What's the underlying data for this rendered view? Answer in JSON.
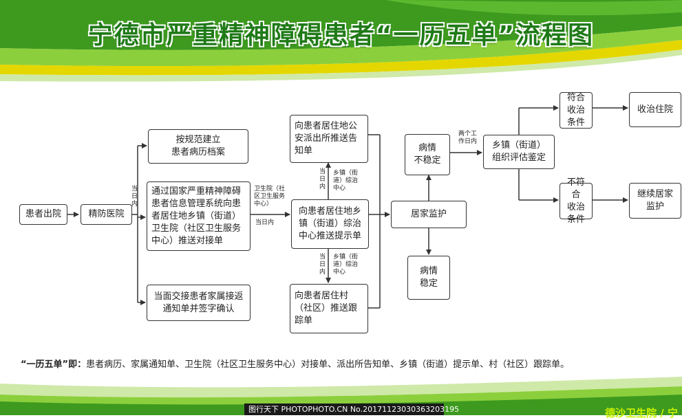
{
  "title": "宁德市严重精神障碍患者“一历五单”流程图",
  "nodes": {
    "discharge": "患者出院",
    "hospital": "精防医院",
    "archive": "按规范建立\n患者病历档案",
    "push_transfer": "通过国家严重精神障碍患者信息管理系统向患者居住地乡镇（街道）卫生院（社区卫生服务中心）推送对接单",
    "family_notice": "当面交接患者家属接返通知单并签字确认",
    "police_notice": "向患者居住地公安派出所推送告知单",
    "township_prompt": "向患者居住地乡镇（街道）综治中心推送提示单",
    "village_track": "向患者居住村（社区）推送跟踪单",
    "home_monitor": "居家监护",
    "unstable": "病情\n不稳定",
    "stable": "病情\n稳定",
    "assessment": "乡镇（街道）\n组织评估鉴定",
    "meet_criteria": "符合\n收治条件",
    "not_meet_criteria": "不符合\n收治条件",
    "admit": "收治住院",
    "continue_home": "继续居家\n监护"
  },
  "labels": {
    "same_day_1": "当\n日\n内",
    "health_center": "卫生院（社\n区卫生服务\n中心）",
    "same_day_2": "当日内",
    "same_day_3": "当\n日\n内",
    "township_up": "乡镇（街\n道）综治\n中心",
    "same_day_4": "当\n日\n内",
    "township_down": "乡镇（街\n道）综治\n中心",
    "two_workdays": "两个工\n作日内"
  },
  "note": {
    "bold": "“一历五单”即：",
    "text": "患者病历、家属通知单、卫生院（社区卫生服务中心）对接单、派出所告知单、乡镇（街道）提示单、村（社区）跟踪单。"
  },
  "footer": {
    "watermark": "图行天下 PHOTOPHOTO.CN  No.20171123030363203195",
    "corner_text": "德沙卫生院 / 宁"
  },
  "colors": {
    "dark_green": "#3d9a1f",
    "light_green": "#8ccf3c",
    "yellow": "#e4d700",
    "title_green": "#1f7a17"
  }
}
